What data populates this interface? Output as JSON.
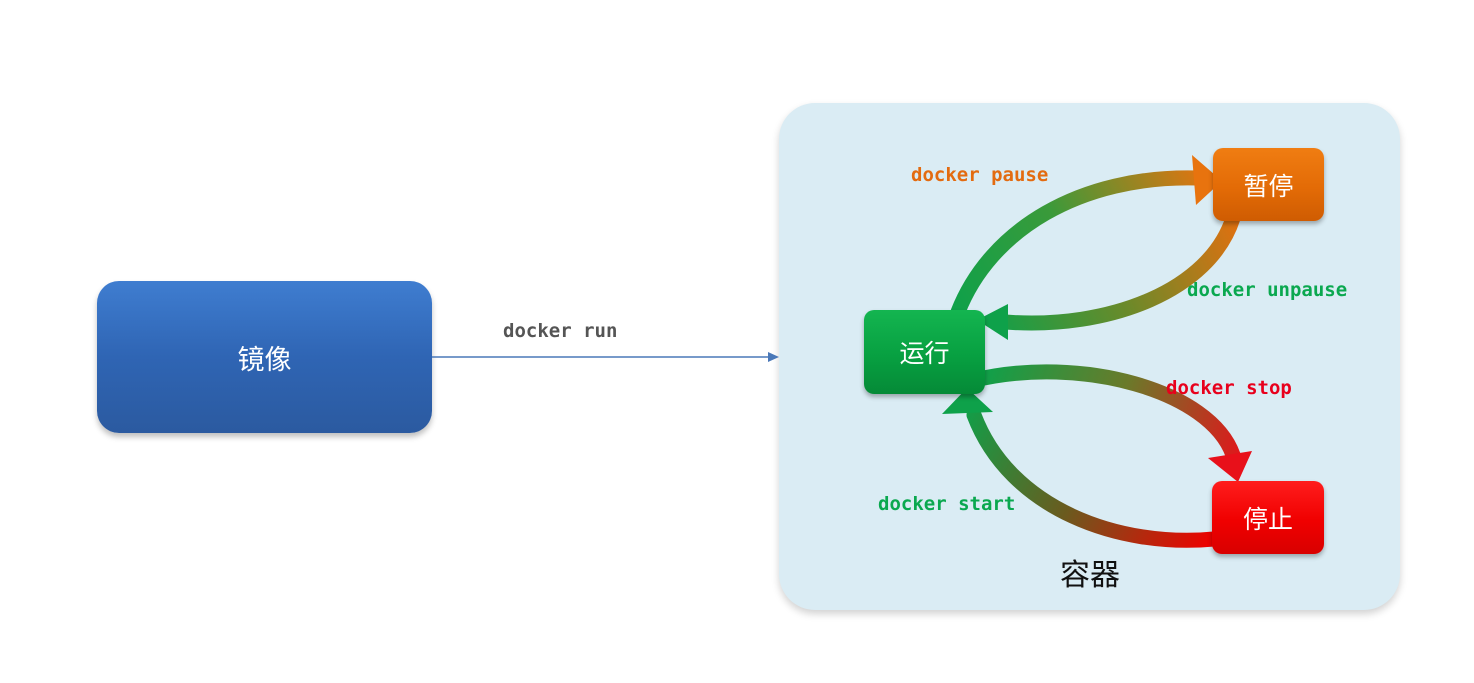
{
  "image_node": {
    "label": "镜像"
  },
  "run_command": {
    "label": "docker run"
  },
  "container": {
    "label": "容器"
  },
  "states": {
    "running": {
      "label": "运行"
    },
    "paused": {
      "label": "暂停"
    },
    "stopped": {
      "label": "停止"
    }
  },
  "commands": {
    "pause": {
      "label": "docker pause",
      "color": "#e36b10"
    },
    "unpause": {
      "label": "docker unpause",
      "color": "#0aa84f"
    },
    "stop": {
      "label": "docker stop",
      "color": "#e8001c"
    },
    "start": {
      "label": "docker start",
      "color": "#0aa84f"
    }
  },
  "colors": {
    "image": "#3370c4",
    "container_bg": "#daecf4",
    "running": "#07a041",
    "paused": "#e36b06",
    "stopped": "#f00000",
    "run_line": "#4a78b8"
  }
}
